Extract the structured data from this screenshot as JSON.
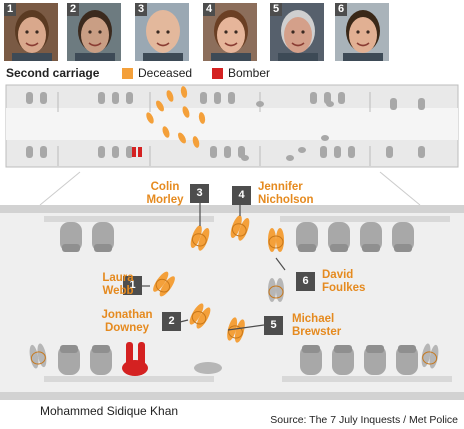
{
  "photos": [
    {
      "num": "1",
      "skin": "#d9a88c",
      "hair": "#5a3a22",
      "bg": "#7a5a44"
    },
    {
      "num": "2",
      "skin": "#c99e84",
      "hair": "#3b2a1e",
      "bg": "#6d7b80"
    },
    {
      "num": "3",
      "skin": "#e3b89c",
      "hair": "#e3b89c",
      "bg": "#9aa8b3"
    },
    {
      "num": "4",
      "skin": "#e6b59a",
      "hair": "#6b3f24",
      "bg": "#8c6e5b"
    },
    {
      "num": "5",
      "skin": "#d4a08a",
      "hair": "#cfcfcf",
      "bg": "#56606c"
    },
    {
      "num": "6",
      "skin": "#e1b093",
      "hair": "#3a2818",
      "bg": "#a9b3ba"
    }
  ],
  "legend": {
    "title": "Second carriage",
    "items": [
      {
        "label": "Deceased",
        "color": "#f4a03a"
      },
      {
        "label": "Bomber",
        "color": "#d42121"
      }
    ]
  },
  "victims": [
    {
      "num": "1",
      "line1": "Laura",
      "line2": "Webb"
    },
    {
      "num": "2",
      "line1": "Jonathan",
      "line2": "Downey"
    },
    {
      "num": "3",
      "line1": "Colin",
      "line2": "Morley"
    },
    {
      "num": "4",
      "line1": "Jennifer",
      "line2": "Nicholson"
    },
    {
      "num": "5",
      "line1": "Michael",
      "line2": "Brewster"
    },
    {
      "num": "6",
      "line1": "David",
      "line2": "Foulkes"
    }
  ],
  "bomber_label": "Mohammed Sidique Khan",
  "source": "Source: The 7 July Inquests / Met Police",
  "colors": {
    "deceased": "#f4a03a",
    "deceased_dark": "#d9821c",
    "bomber": "#d42121",
    "seat": "#a8a8a8",
    "seat_dark": "#8f8f8f",
    "floor": "#dedede"
  }
}
